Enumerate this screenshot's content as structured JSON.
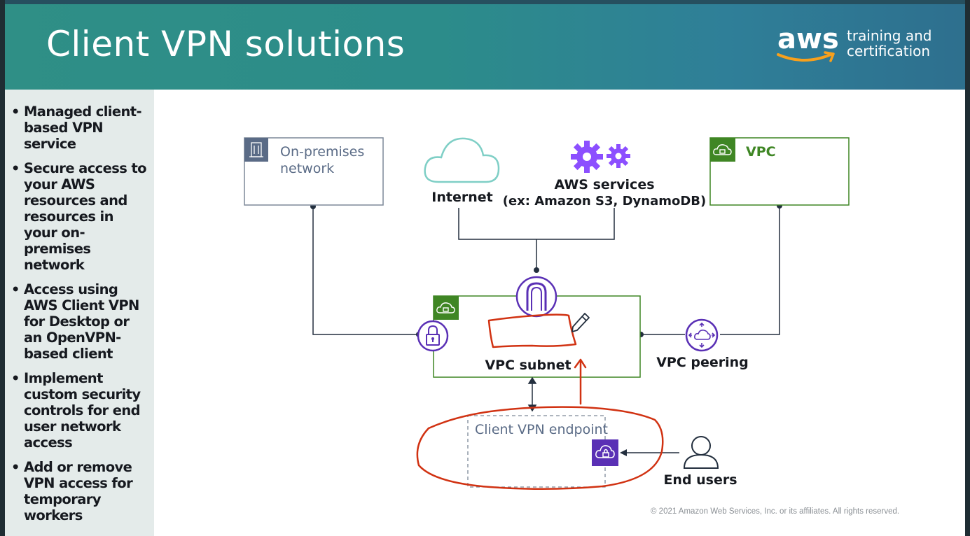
{
  "header": {
    "title": "Client VPN solutions",
    "logo_text": "aws",
    "logo_tagline_line1": "training and",
    "logo_tagline_line2": "certification"
  },
  "bullets": [
    "Managed client-based VPN service",
    "Secure access to your AWS resources and resources in your on-premises network",
    "Access using AWS Client VPN for Desktop or an OpenVPN-based client",
    "Implement custom security controls for end user network access",
    "Add or remove VPN access for temporary workers"
  ],
  "diagram": {
    "on_premises_line1": "On-premises",
    "on_premises_line2": "network",
    "internet": "Internet",
    "aws_services_line1": "AWS services",
    "aws_services_line2": "(ex: Amazon S3, DynamoDB)",
    "vpc": "VPC",
    "vpc_subnet": "VPC subnet",
    "vpc_peering": "VPC peering",
    "client_vpn_endpoint": "Client VPN endpoint",
    "end_users": "End users"
  },
  "footer": {
    "copyright": "© 2021 Amazon Web Services, Inc. or its affiliates. All rights reserved."
  },
  "colors": {
    "header_teal": "#2c8c8a",
    "vpc_green": "#3f8624",
    "aws_purple": "#5a30b5",
    "annotation_red": "#d13212",
    "gray_box": "#232f3e"
  }
}
